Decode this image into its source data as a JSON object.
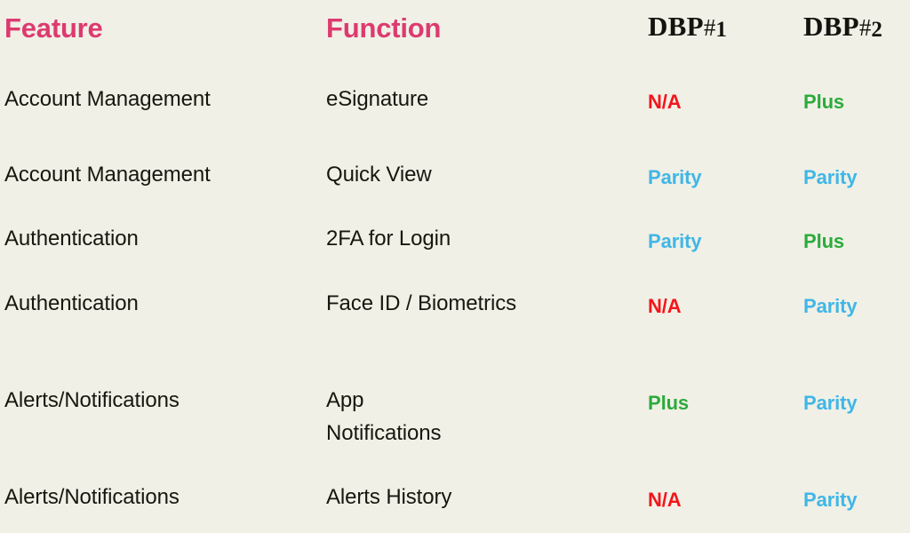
{
  "page": {
    "background_color": "#f0f0e6",
    "title": "Feature Comparison Table"
  },
  "colors": {
    "header_accent": "#dd3a70",
    "header_serif": "#14140f",
    "body_text": "#17170f",
    "status_na": "#f4151b",
    "status_plus": "#2cab3c",
    "status_parity": "#41b6e6",
    "background": "#f0f0e6"
  },
  "table": {
    "columns": [
      {
        "key": "feature",
        "label": "Feature",
        "style": "accent"
      },
      {
        "key": "function",
        "label": "Function",
        "style": "accent"
      },
      {
        "key": "dbp1",
        "label": "DBP",
        "suffix_hash": "#",
        "suffix_num": "1",
        "style": "serif"
      },
      {
        "key": "dbp2",
        "label": "DBP",
        "suffix_hash": "#",
        "suffix_num": "2",
        "style": "serif"
      }
    ],
    "rows": [
      {
        "feature": "Account Management",
        "function": "eSignature",
        "dbp1": "N/A",
        "dbp1_status": "na",
        "dbp2": "Plus",
        "dbp2_status": "plus"
      },
      {
        "feature": "Account Management",
        "function": "Quick View",
        "dbp1": "Parity",
        "dbp1_status": "parity",
        "dbp2": "Parity",
        "dbp2_status": "parity"
      },
      {
        "feature": "Authentication",
        "function": "2FA for Login",
        "dbp1": "Parity",
        "dbp1_status": "parity",
        "dbp2": "Plus",
        "dbp2_status": "plus"
      },
      {
        "feature": "Authentication",
        "function": "Face ID / Biometrics",
        "dbp1": "N/A",
        "dbp1_status": "na",
        "dbp2": "Parity",
        "dbp2_status": "parity"
      },
      {
        "feature": "Alerts/Notifications",
        "function": "App\nNotifications",
        "dbp1": "Plus",
        "dbp1_status": "plus",
        "dbp2": "Parity",
        "dbp2_status": "parity"
      },
      {
        "feature": "Alerts/Notifications",
        "function": "Alerts History",
        "dbp1": "N/A",
        "dbp1_status": "na",
        "dbp2": "Parity",
        "dbp2_status": "parity"
      }
    ]
  }
}
